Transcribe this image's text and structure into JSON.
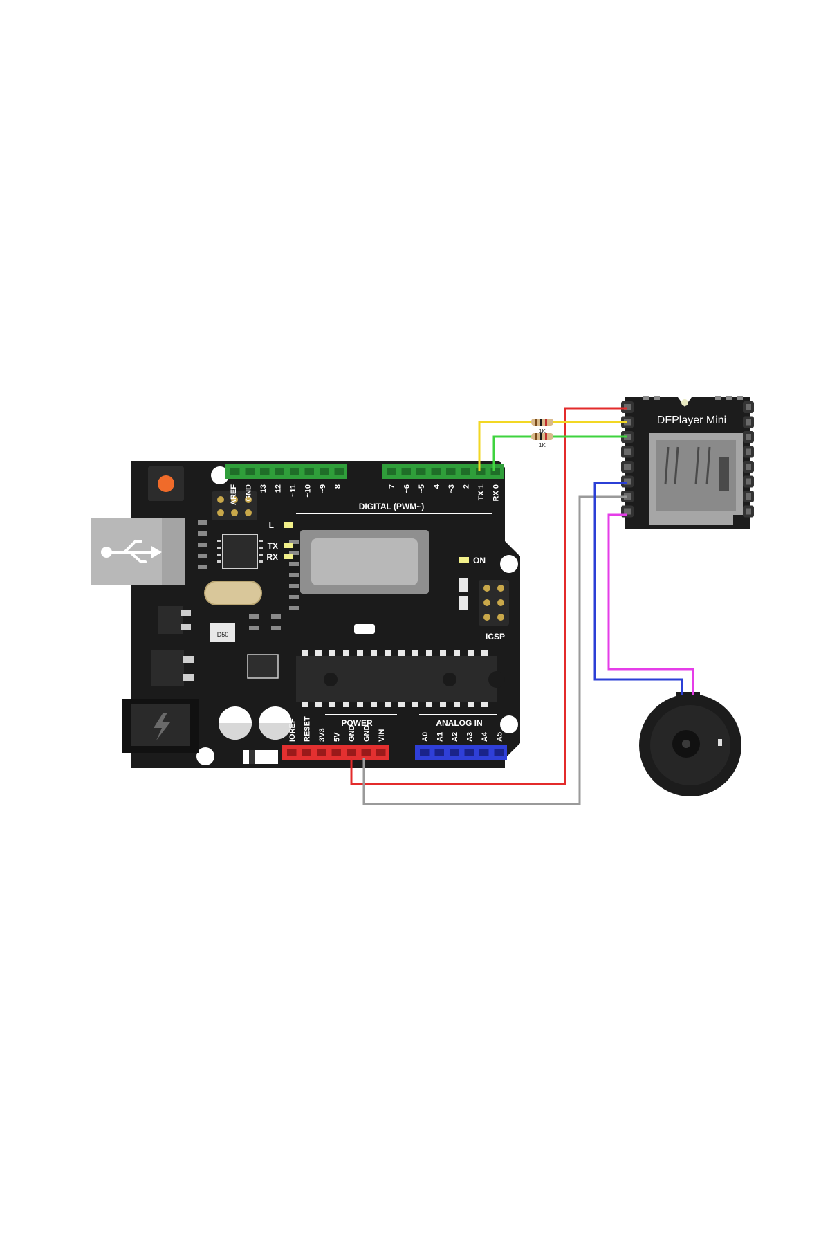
{
  "module": {
    "title": "DFPlayer Mini"
  },
  "resistors": {
    "top": "1K",
    "bottom": "1K"
  },
  "arduino": {
    "digital_header_label": "DIGITAL (PWM~)",
    "digital_pins": [
      "AREF",
      "GND",
      "13",
      "12",
      "~11",
      "~10",
      "~9",
      "8",
      "7",
      "~6",
      "~5",
      "4",
      "~3",
      "2",
      "TX 1",
      "RX 0"
    ],
    "led_labels": [
      "L",
      "TX",
      "RX"
    ],
    "on_label": "ON",
    "icsp_label": "ICSP",
    "chip_marking": "D50",
    "power_label": "POWER",
    "power_pins": [
      "IOREF",
      "RESET",
      "3V3",
      "5V",
      "GND",
      "GND",
      "VIN"
    ],
    "analog_label": "ANALOG IN",
    "analog_pins": [
      "A0",
      "A1",
      "A2",
      "A3",
      "A4",
      "A5"
    ]
  },
  "wire_colors": {
    "red": "#e32b2b",
    "yellow": "#f2d724",
    "green": "#3fd33f",
    "blue": "#2b3fd6",
    "gray": "#9a9a9a",
    "magenta": "#e53de8"
  },
  "icons": [
    "usb-icon",
    "lightning-icon"
  ]
}
